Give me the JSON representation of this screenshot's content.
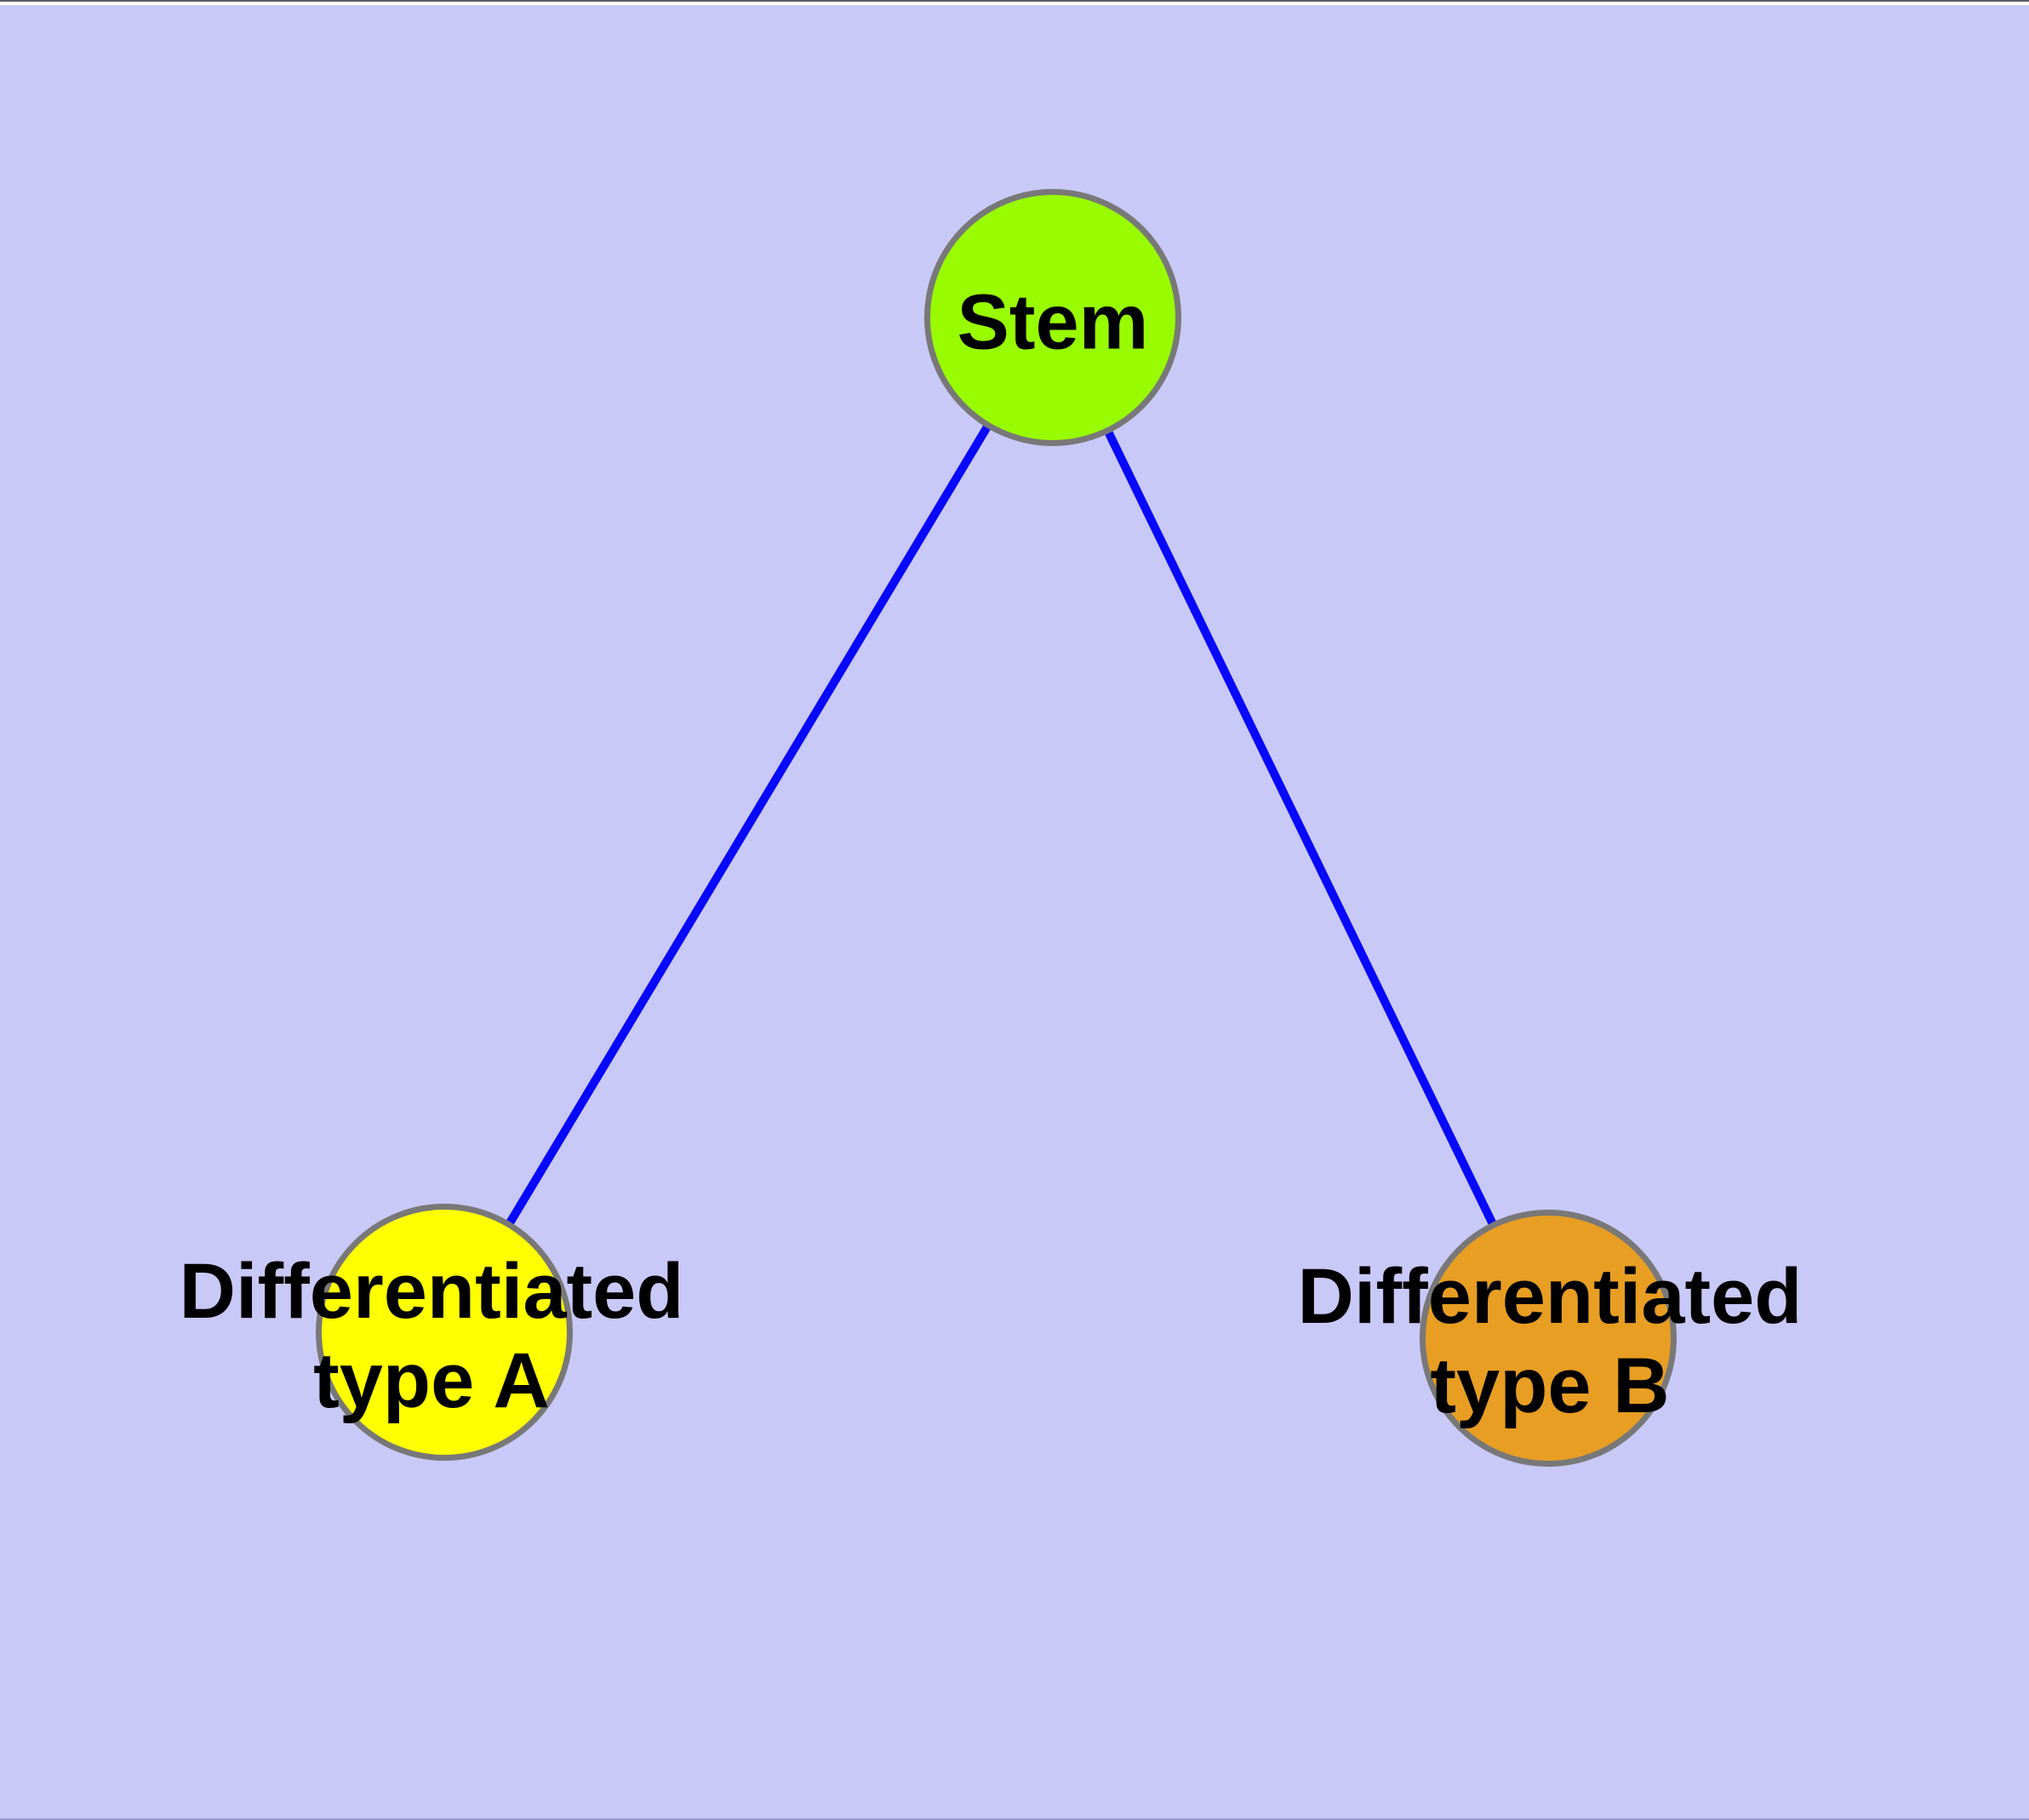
{
  "diagram": {
    "background_color": "#C9C9F8",
    "edge_color": "#0808FA",
    "node_border_color": "#787878",
    "nodes": [
      {
        "id": "stem",
        "label": "Stem",
        "fill_color": "#98FB00",
        "shape": "circle"
      },
      {
        "id": "differentiated-type-a",
        "label_line1": "Differentiated",
        "label_line2": "type A",
        "fill_color": "#FFFF00",
        "shape": "circle"
      },
      {
        "id": "differentiated-type-b",
        "label_line1": "Differentiated",
        "label_line2": "type B",
        "fill_color": "#E89E23",
        "shape": "circle"
      }
    ],
    "edges": [
      {
        "from": "stem",
        "to": "differentiated-type-a"
      },
      {
        "from": "stem",
        "to": "differentiated-type-b"
      }
    ]
  }
}
